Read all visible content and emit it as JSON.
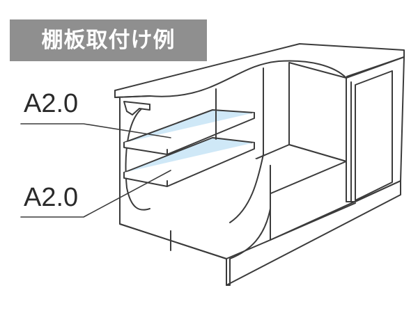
{
  "title": "棚板取付け例",
  "callouts": [
    {
      "id": "upper-shelf",
      "text": "A2.0"
    },
    {
      "id": "lower-shelf",
      "text": "A2.0"
    }
  ],
  "colors": {
    "title_background": "#8f8f8f",
    "title_text": "#ffffff",
    "outline": "#3b3b3b",
    "shelf_fill": "#cfe8f7",
    "cabinet_fill": "#ffffff"
  }
}
